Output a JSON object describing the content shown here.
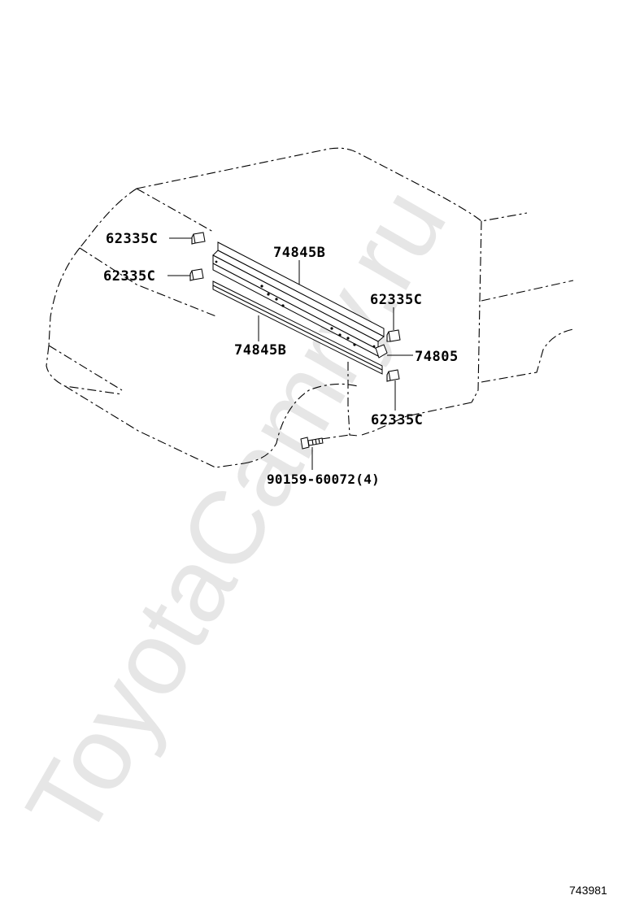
{
  "watermark": "ToyotaCamry.ru",
  "figure_id": "743981",
  "callouts": {
    "clip_top_upper": "62335C",
    "clip_top_lower": "62335C",
    "clip_right_upper": "62335C",
    "clip_right_lower": "62335C",
    "rail_upper": "74845B",
    "rail_lower": "74845B",
    "carrier_bracket": "74805",
    "bolt": "90159-60072(4)"
  }
}
